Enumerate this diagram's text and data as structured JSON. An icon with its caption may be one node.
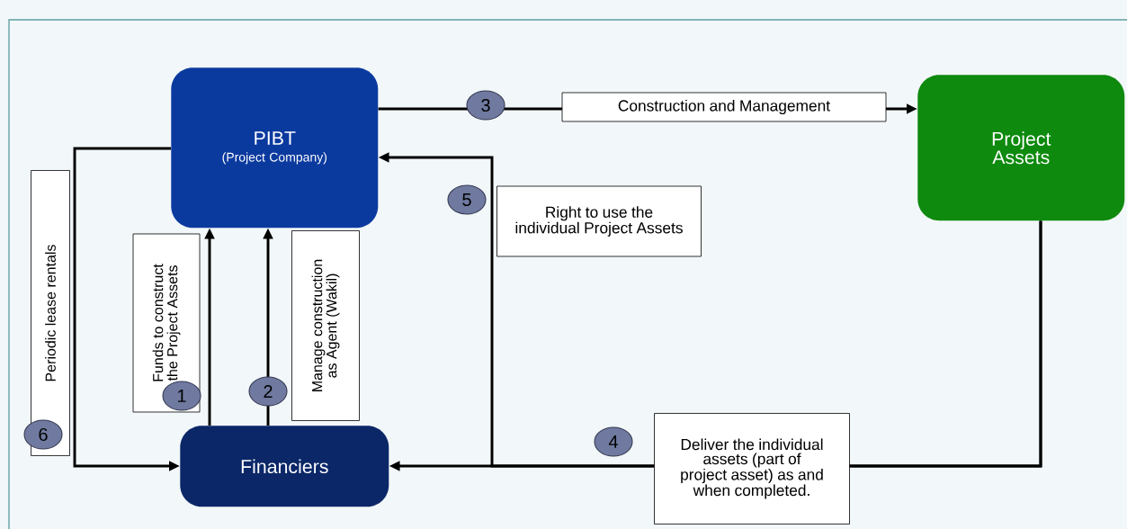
{
  "diagram": {
    "nodes": [
      {
        "text": [
          "PIBT",
          "(Project Company)"
        ]
      },
      {
        "text": [
          "Financiers"
        ]
      },
      {
        "text": [
          "Project Assets"
        ]
      }
    ],
    "edges": [
      {
        "from": 1,
        "to": 0,
        "arrow": "to",
        "label": "Funds to construct the Project Assets"
      },
      {
        "from": 1,
        "to": 0,
        "arrow": "to",
        "label": "Manage construction as Agent (Wakil)"
      },
      {
        "from": 0,
        "to": 2,
        "arrow": "to",
        "label": "Construction and Management"
      },
      {
        "from": 2,
        "to": 1,
        "arrow": "to",
        "label": "Deliver the individual assets (part of project asset) as and when completed."
      },
      {
        "from": 2,
        "to": 0,
        "arrow": "to",
        "label": "Right to use the individual Project Assets"
      },
      {
        "from": 0,
        "to": 1,
        "arrow": "to",
        "label": "Periodic lease rentals"
      }
    ],
    "labels": [
      "1",
      "2",
      "3",
      "4",
      "5",
      "6"
    ]
  }
}
